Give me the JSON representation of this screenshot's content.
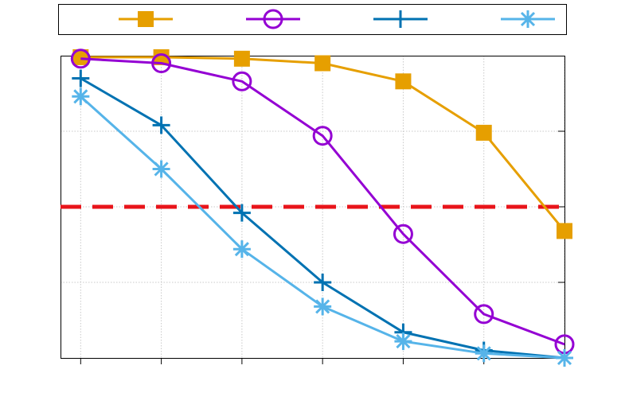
{
  "chart_data": {
    "type": "line",
    "title": "",
    "xlabel": "",
    "ylabel": "",
    "x": [
      0,
      1,
      2,
      3,
      4,
      5,
      6
    ],
    "xlim": [
      -0.25,
      6.0
    ],
    "ylim": [
      0,
      1
    ],
    "grid": true,
    "legend": {
      "placement": "top",
      "entries": 4
    },
    "threshold": {
      "y": 0.5,
      "color": "#e8141a",
      "style": "dashed"
    },
    "series": [
      {
        "marker": "square",
        "color": "#e69f00",
        "values": [
          0.995,
          0.995,
          0.99,
          0.975,
          0.915,
          0.745,
          0.42
        ]
      },
      {
        "marker": "circle",
        "color": "#9400d3",
        "values": [
          0.99,
          0.975,
          0.915,
          0.735,
          0.41,
          0.145,
          0.045
        ]
      },
      {
        "marker": "plus",
        "color": "#0072b2",
        "values": [
          0.925,
          0.77,
          0.48,
          0.25,
          0.085,
          0.025,
          0.0
        ]
      },
      {
        "marker": "asterisk",
        "color": "#56b4e9",
        "values": [
          0.865,
          0.625,
          0.36,
          0.17,
          0.055,
          0.015,
          0.0
        ]
      }
    ]
  }
}
